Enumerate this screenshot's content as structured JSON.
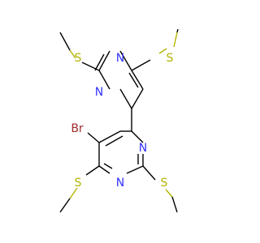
{
  "molecule": {
    "atoms": {
      "n1": "N",
      "n2": "N",
      "n3": "N",
      "n4": "N",
      "s1": "S",
      "s2": "S",
      "s3": "S",
      "s4": "S",
      "br": "Br"
    }
  },
  "colors": {
    "bond": "#000000",
    "nitrogen": "#3333ff",
    "sulfur": "#b3b300",
    "bromine": "#a52a2a"
  }
}
